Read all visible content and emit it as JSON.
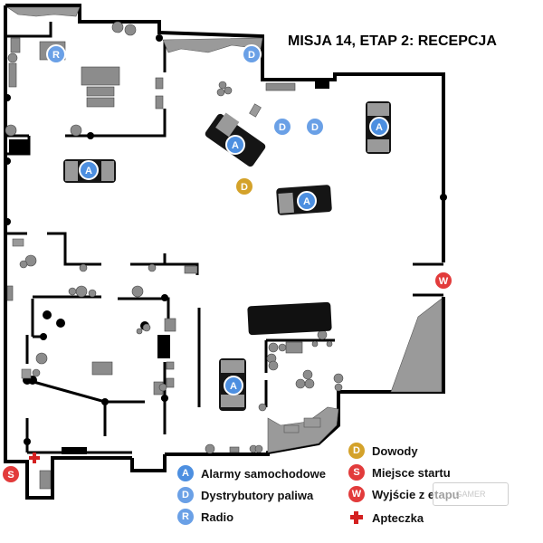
{
  "title": "MISJA 14, ETAP 2: RECEPCJA",
  "colors": {
    "car_alarm": "#4d8fe0",
    "fuel": "#6aa0e6",
    "radio": "#6aa0e6",
    "evidence": "#d4a22a",
    "start": "#e23b3b",
    "exit": "#e23b3b",
    "first_aid": "#d42020",
    "wall": "#000000",
    "furniture": "#8c8c8c"
  },
  "markers": {
    "A": "A",
    "D": "D",
    "R": "R",
    "S": "S",
    "W": "W"
  },
  "legend": {
    "evidence": {
      "letter": "D",
      "label": "Dowody"
    },
    "car_alarms": {
      "letter": "A",
      "label": "Alarmy samochodowe"
    },
    "start": {
      "letter": "S",
      "label": "Miejsce startu"
    },
    "fuel": {
      "letter": "D",
      "label": "Dystrybutory paliwa"
    },
    "exit": {
      "letter": "W",
      "label": "Wyjście z etapu"
    },
    "radio": {
      "letter": "R",
      "label": "Radio"
    },
    "first_aid": {
      "icon": "red-cross-icon",
      "label": "Apteczka"
    }
  },
  "watermark": "GAMER"
}
